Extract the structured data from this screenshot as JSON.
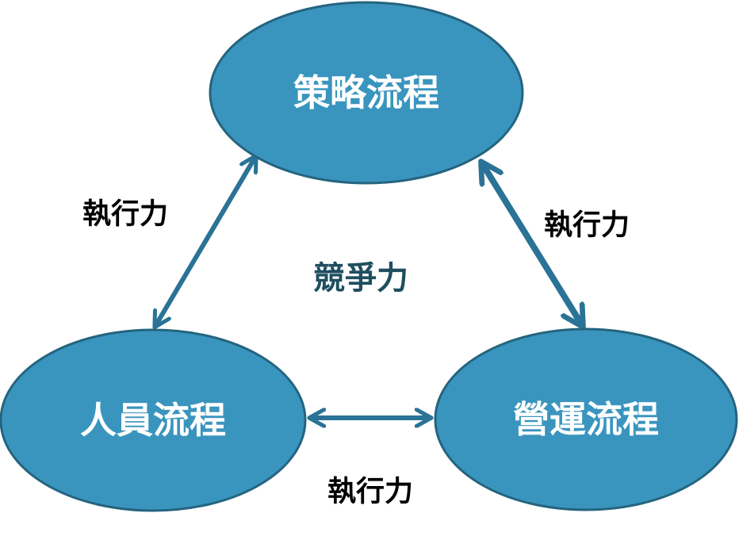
{
  "colors": {
    "node_fill": "#3a95be",
    "node_stroke": "#24647f",
    "arrow": "#2a7396",
    "node_text": "#ffffff",
    "edge_text": "#000000",
    "center_text": "#1f4e5f"
  },
  "nodes": {
    "strategy": {
      "label": "策略流程"
    },
    "people": {
      "label": "人員流程"
    },
    "operations": {
      "label": "營運流程"
    }
  },
  "edges": {
    "people_strategy": {
      "label": "執行力"
    },
    "strategy_operations": {
      "label": "執行力"
    },
    "people_operations": {
      "label": "執行力"
    }
  },
  "center": {
    "label": "競爭力"
  }
}
